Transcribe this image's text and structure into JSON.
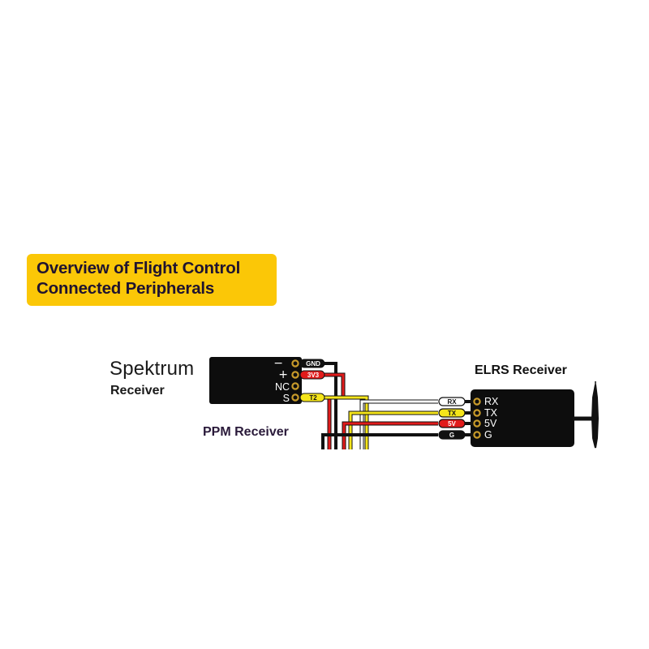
{
  "title": {
    "line1": "Overview of Flight Control",
    "line2": "Connected Peripherals"
  },
  "spektrum": {
    "brand": "Spektrum",
    "sublabel": "Receiver",
    "pins": [
      {
        "pin": "−",
        "wire": "GND",
        "wire_color": "#111111",
        "text_color": "#ffffff"
      },
      {
        "pin": "+",
        "wire": "3V3",
        "wire_color": "#e11b1b",
        "text_color": "#ffffff"
      },
      {
        "pin": "NC",
        "wire": "",
        "wire_color": "",
        "text_color": ""
      },
      {
        "pin": "S",
        "wire": "T2",
        "wire_color": "#f5e51a",
        "text_color": "#111111"
      }
    ]
  },
  "ppm": {
    "label": "PPM Receiver"
  },
  "elrs": {
    "label": "ELRS Receiver",
    "pins": [
      {
        "pin": "RX",
        "wire": "RX",
        "wire_color": "#ffffff",
        "text_color": "#111111"
      },
      {
        "pin": "TX",
        "wire": "TX",
        "wire_color": "#f5e51a",
        "text_color": "#111111"
      },
      {
        "pin": "5V",
        "wire": "5V",
        "wire_color": "#e11b1b",
        "text_color": "#ffffff"
      },
      {
        "pin": "G",
        "wire": "G",
        "wire_color": "#111111",
        "text_color": "#ffffff"
      }
    ]
  },
  "colors": {
    "banner": "#fbc707",
    "board": "#0d0d0d",
    "pad": "#c79a2a",
    "wire_black": "#111111",
    "wire_red": "#e11b1b",
    "wire_yellow": "#f5e51a",
    "wire_white": "#ffffff"
  }
}
